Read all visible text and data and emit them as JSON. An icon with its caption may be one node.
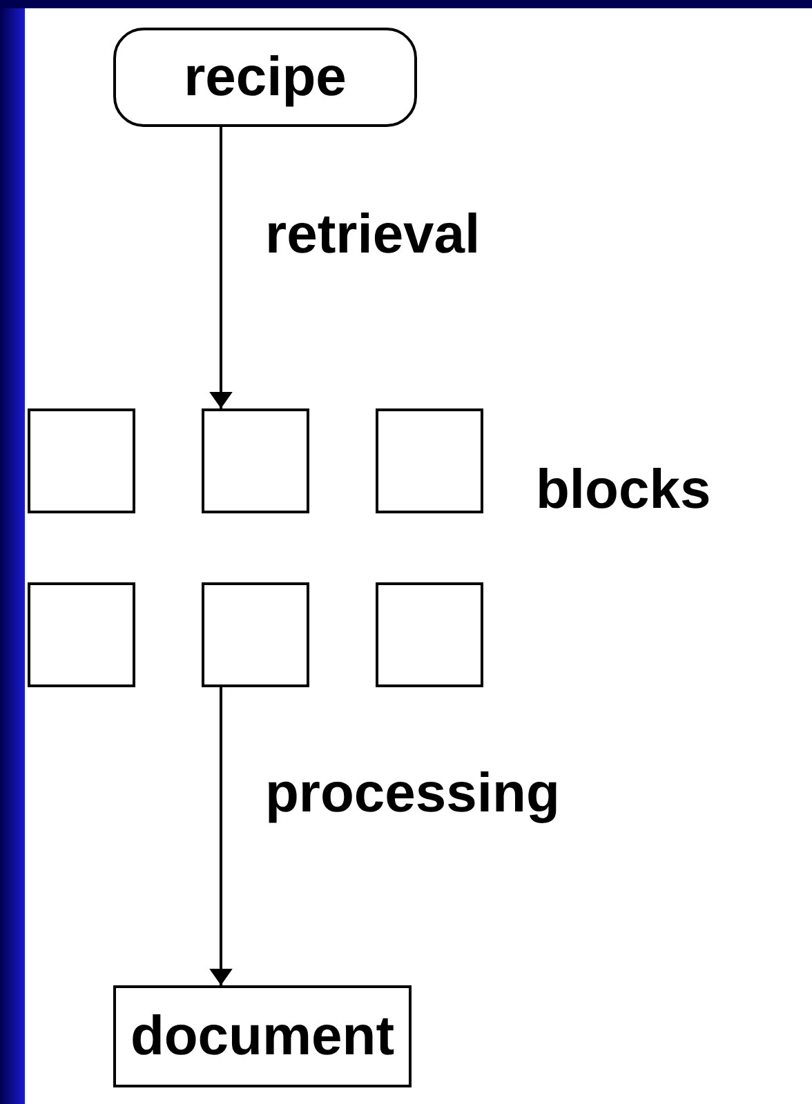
{
  "diagram": {
    "nodes": [
      {
        "text": [
          "recipe"
        ]
      },
      {
        "text": [],
        "shape": "box"
      },
      {
        "text": [],
        "shape": "box"
      },
      {
        "text": [],
        "shape": "box"
      },
      {
        "text": [],
        "shape": "box"
      },
      {
        "text": [],
        "shape": "box"
      },
      {
        "text": [],
        "shape": "box"
      },
      {
        "text": [
          "document"
        ]
      }
    ],
    "edges": [
      {
        "from": 0,
        "to": 2,
        "arrow": "to",
        "label": "retrieval"
      },
      {
        "from": 5,
        "to": 7,
        "arrow": "to",
        "label": "processing"
      }
    ],
    "labels": [
      "blocks"
    ]
  }
}
